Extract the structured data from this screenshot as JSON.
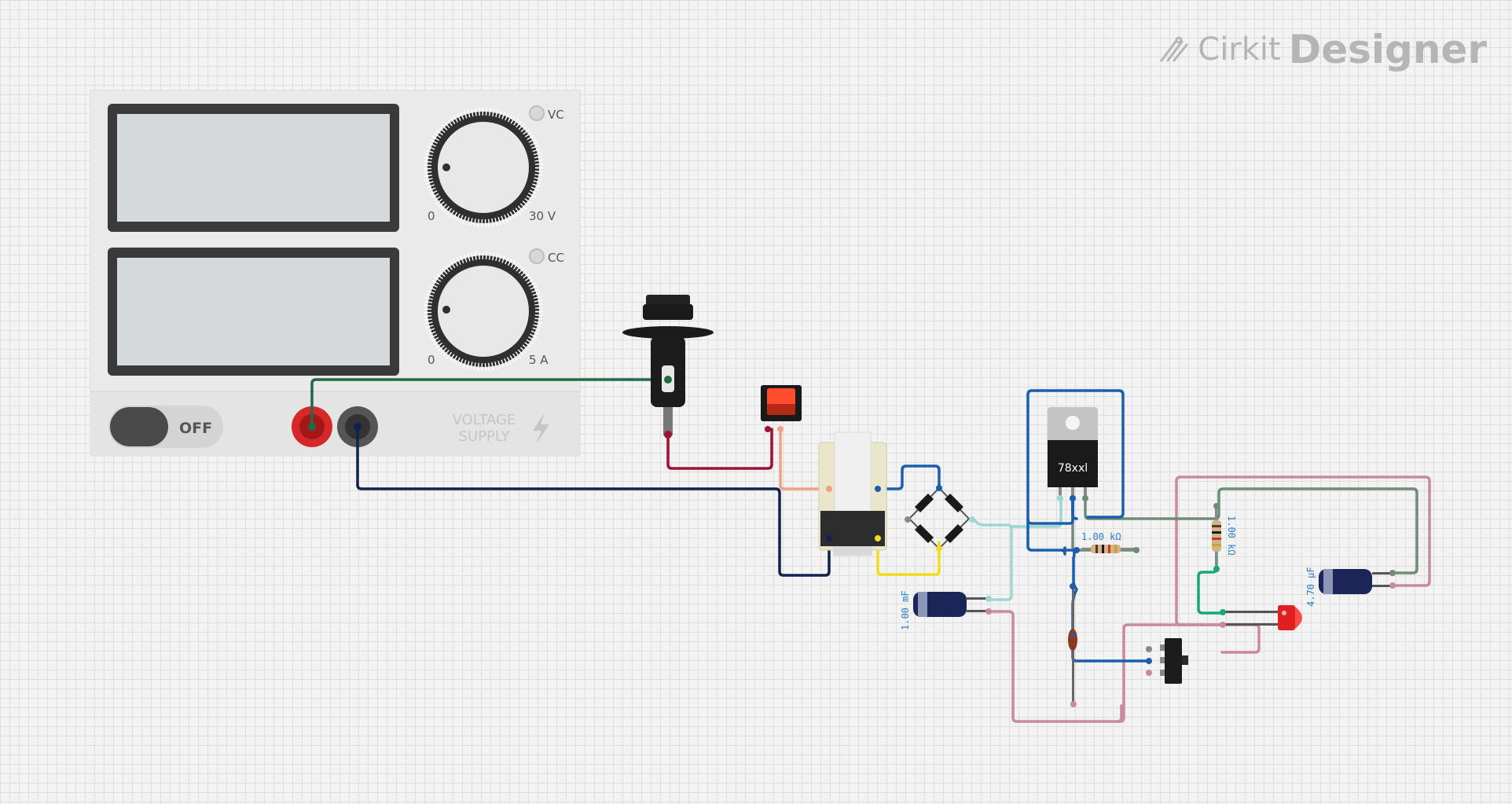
{
  "brand": {
    "logo_icon": "cirkit-logo-icon",
    "name_part1": "Cirkit",
    "name_part2": "Designer"
  },
  "power_supply": {
    "vc_label": "VC",
    "cc_label": "CC",
    "voltage_min": "0",
    "voltage_max": "30 V",
    "current_min": "0",
    "current_max": "5 A",
    "power_switch_label": "OFF",
    "brand_line1": "VOLTAGE",
    "brand_line2": "SUPPLY"
  },
  "regulator": {
    "label": "78xxl"
  },
  "components": {
    "resistor_1": "1.00 kΩ",
    "resistor_2": "1.00 kΩ",
    "capacitor_1": "1.00 mF",
    "capacitor_2": "4.70 µF"
  },
  "colors": {
    "background": "#f3f3f3",
    "grid": "#dedede",
    "wire_green": "#1f6b45",
    "wire_crimson": "#9c1237",
    "wire_navy": "#12224f",
    "wire_salmon": "#f0a283",
    "wire_blue": "#1a5fae",
    "wire_yellow": "#f2dc1f",
    "wire_cyan": "#9ed7d2",
    "wire_pink": "#c98a9e",
    "wire_grey_green": "#6f8c78",
    "wire_teal": "#1aa67a",
    "label_blue": "#2a7fd0"
  }
}
